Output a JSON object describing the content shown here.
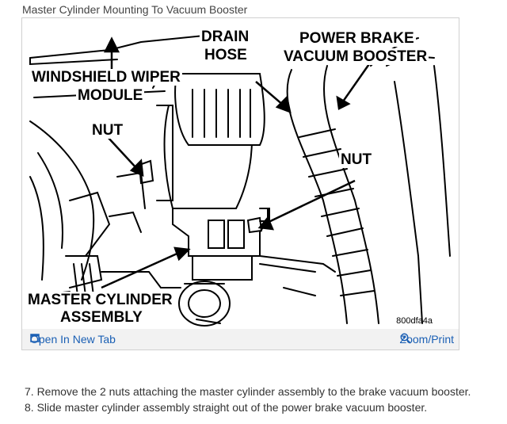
{
  "caption": "Master Cylinder Mounting To Vacuum Booster",
  "figure": {
    "labels": {
      "drain_hose_1": "DRAIN",
      "drain_hose_2": "HOSE",
      "power_brake_1": "POWER BRAKE",
      "power_brake_2": "VACUUM BOOSTER",
      "wiper_1": "WINDSHIELD WIPER",
      "wiper_2": "MODULE",
      "nut_left": "NUT",
      "nut_right": "NUT",
      "master_1": "MASTER CYLINDER",
      "master_2": "ASSEMBLY"
    },
    "diagram_code": "800dfa4a",
    "open_tab_label": "Open In New Tab",
    "zoom_label": "Zoom/Print",
    "link_color": "#1a5fb4"
  },
  "steps": [
    "7. Remove the 2 nuts attaching the master cylinder assembly to the brake vacuum booster.",
    "8. Slide master cylinder assembly straight out of the power brake vacuum booster."
  ]
}
